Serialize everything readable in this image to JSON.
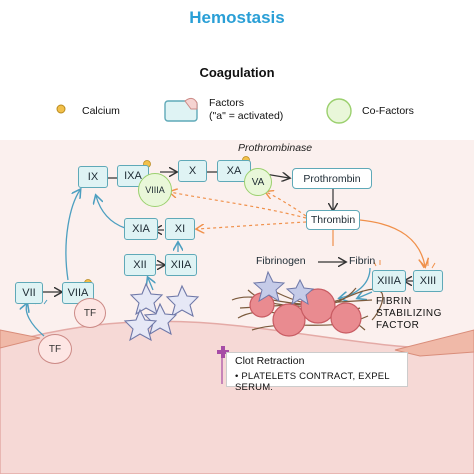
{
  "title": "Hemostasis",
  "subtitle": "Coagulation",
  "legend": {
    "calcium": "Calcium",
    "factors_line1": "Factors",
    "factors_line2": "(\"a\" = activated)",
    "cofactors": "Co-Factors"
  },
  "factors": {
    "ix": "IX",
    "ixa": "IXA",
    "x": "X",
    "xa": "XA",
    "xia": "XIA",
    "xi": "XI",
    "xii": "XII",
    "xiia": "XIIA",
    "vii": "VII",
    "viia": "VIIA",
    "xiiia": "XIIIA",
    "xiii": "XIII"
  },
  "cofactors": {
    "viiia": "VIIIA",
    "va": "VA",
    "tf_upper": "TF",
    "tf_lower": "TF"
  },
  "labels": {
    "prothrombinase": "Prothrombinase",
    "prothrombin": "Prothrombin",
    "thrombin": "Thrombin",
    "fibrinogen": "Fibrinogen",
    "fibrin": "Fibrin",
    "fibrin_stabilizing_1": "FIBRIN",
    "fibrin_stabilizing_2": "STABILIZING",
    "fibrin_stabilizing_3": "FACTOR"
  },
  "clot_box": {
    "heading": "Clot Retraction",
    "bullet": "• PLATELETS CONTRACT, EXPEL SERUM."
  },
  "colors": {
    "title": "#2a9fd6",
    "factor_fill": "#dff3f4",
    "factor_border": "#5fa9b8",
    "cofactor_fill": "#e9f7d9",
    "tissue": "#f8e3df",
    "rbc": "#e98b90",
    "platelet": "#c5cbe8",
    "arrow_orange": "#f0904a",
    "plus": "#a64ca6"
  }
}
